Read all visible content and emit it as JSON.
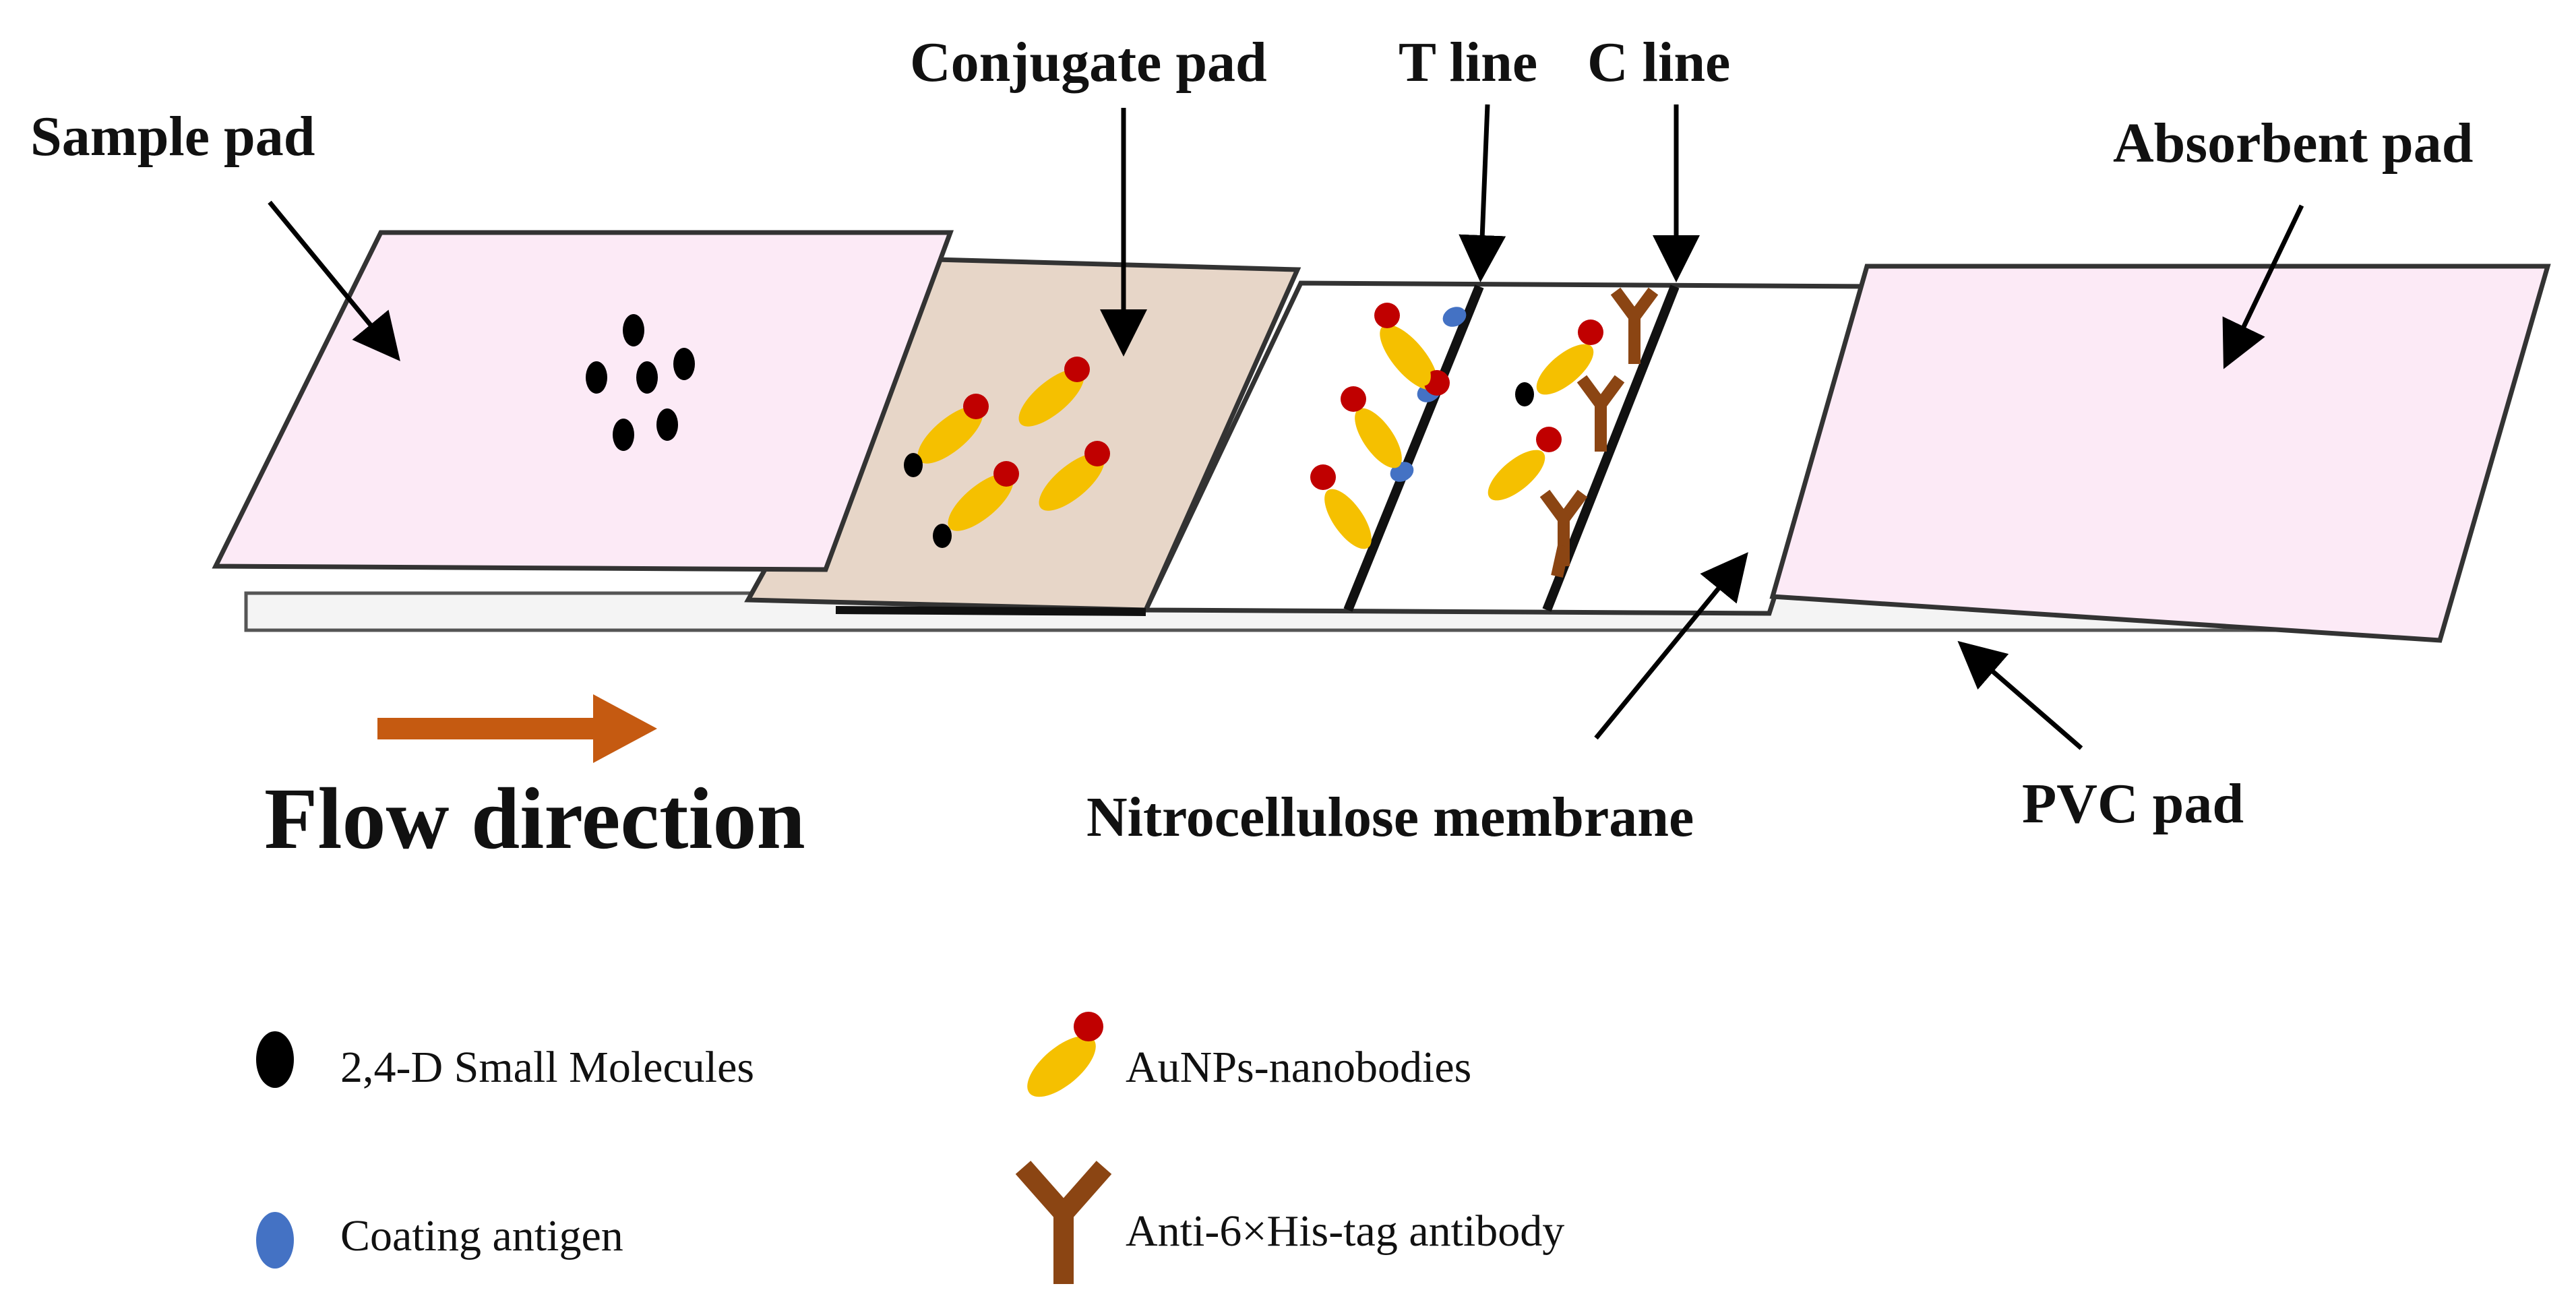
{
  "labels": {
    "sample_pad": "Sample pad",
    "conjugate_pad": "Conjugate pad",
    "t_line": "T line",
    "c_line": "C line",
    "absorbent_pad": "Absorbent pad",
    "flow_direction": "Flow direction",
    "nitrocellulose_membrane": "Nitrocellulose membrane",
    "pvc_pad": "PVC pad"
  },
  "legend": {
    "small_molecules": "2,4-D Small Molecules",
    "aunps_nanobodies": "AuNPs-nanobodies",
    "coating_antigen": "Coating antigen",
    "anti_his_antibody": "Anti-6×His-tag antibody"
  },
  "colors": {
    "sample_pad_fill": "#FCEAF6",
    "conjugate_pad_fill": "#E7D6C8",
    "absorbent_pad_fill": "#FCEAF6",
    "gold_particle": "#C00000",
    "nanobody": "#F5C000",
    "coating_antigen": "#4472C4",
    "antibody": "#8B4513",
    "flow_arrow": "#C55A11",
    "small_molecule": "#000000"
  }
}
